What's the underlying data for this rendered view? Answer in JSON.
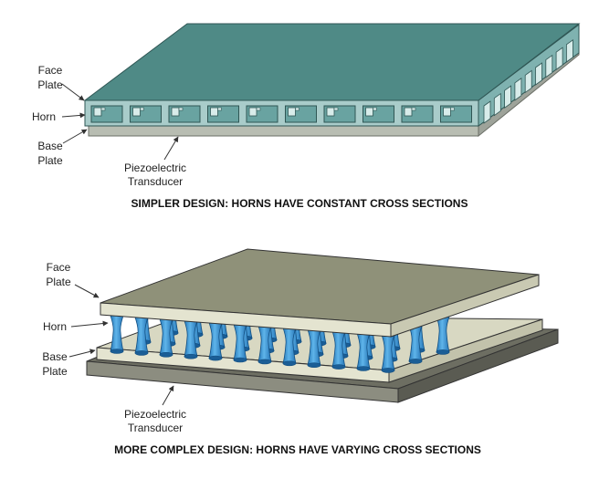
{
  "top_diagram": {
    "labels": {
      "face_1": "Face",
      "face_2": "Plate",
      "horn": "Horn",
      "base_1": "Base",
      "base_2": "Plate",
      "pz_1": "Piezoelectric",
      "pz_2": "Transducer"
    },
    "caption": "SIMPLER DESIGN: HORNS HAVE CONSTANT CROSS SECTIONS",
    "colors": {
      "face_top": "#4f8a86",
      "front_face": "#a9ccca",
      "side_face": "#7fb2b0",
      "cell_fill": "#69a3a1",
      "base_plate": "#b8bdb2"
    }
  },
  "bottom_diagram": {
    "labels": {
      "face_1": "Face",
      "face_2": "Plate",
      "horn": "Horn",
      "base_1": "Base",
      "base_2": "Plate",
      "pz_1": "Piezoelectric",
      "pz_2": "Transducer"
    },
    "caption": "MORE COMPLEX DESIGN: HORNS HAVE VARYING CROSS SECTIONS",
    "colors": {
      "face_top": "#8f9179",
      "plate_edge": "#e4e4d0",
      "horn_blue": "#2f8fd0",
      "transducer_top": "#6d6e62",
      "transducer_edge": "#8c8d80"
    }
  }
}
